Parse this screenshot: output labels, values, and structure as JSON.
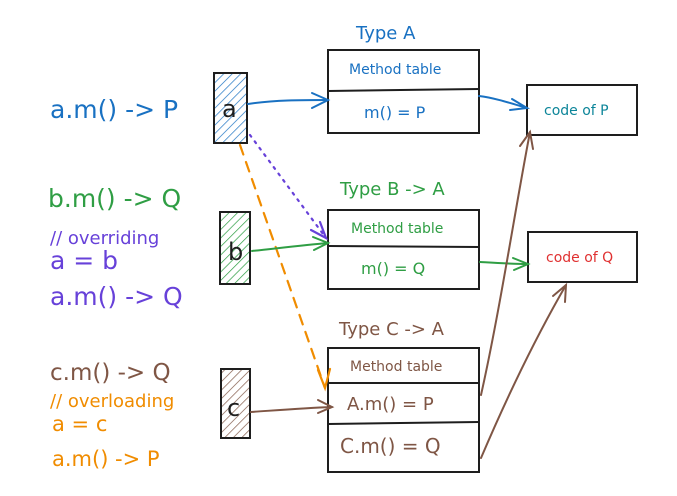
{
  "colors": {
    "blue": "#1971c2",
    "green": "#2f9e44",
    "purple": "#6741d9",
    "brown": "#7f5645",
    "orange": "#f08c00",
    "red": "#e03131",
    "black": "#1e1e1e",
    "teal": "#0c8599"
  },
  "left_code": {
    "line1": "a.m() -> P",
    "line2": "b.m() -> Q",
    "comment_overriding": "// overriding",
    "assign_ab": "a = b",
    "line3": "a.m() -> Q",
    "line4": "c.m() -> Q",
    "comment_overloading": "// overloading",
    "assign_ac": "a = c",
    "line5": "a.m() -> P"
  },
  "variables": {
    "a": "a",
    "b": "b",
    "c": "c"
  },
  "type_a": {
    "title": "Type A",
    "table_label": "Method table",
    "row1": "m() = P"
  },
  "type_b": {
    "title": "Type B -> A",
    "table_label": "Method table",
    "row1": "m() = Q"
  },
  "type_c": {
    "title": "Type C -> A",
    "table_label": "Method table",
    "row1": "A.m() = P",
    "row2": "C.m() = Q"
  },
  "code_boxes": {
    "p": "code of P",
    "q": "code of Q"
  }
}
